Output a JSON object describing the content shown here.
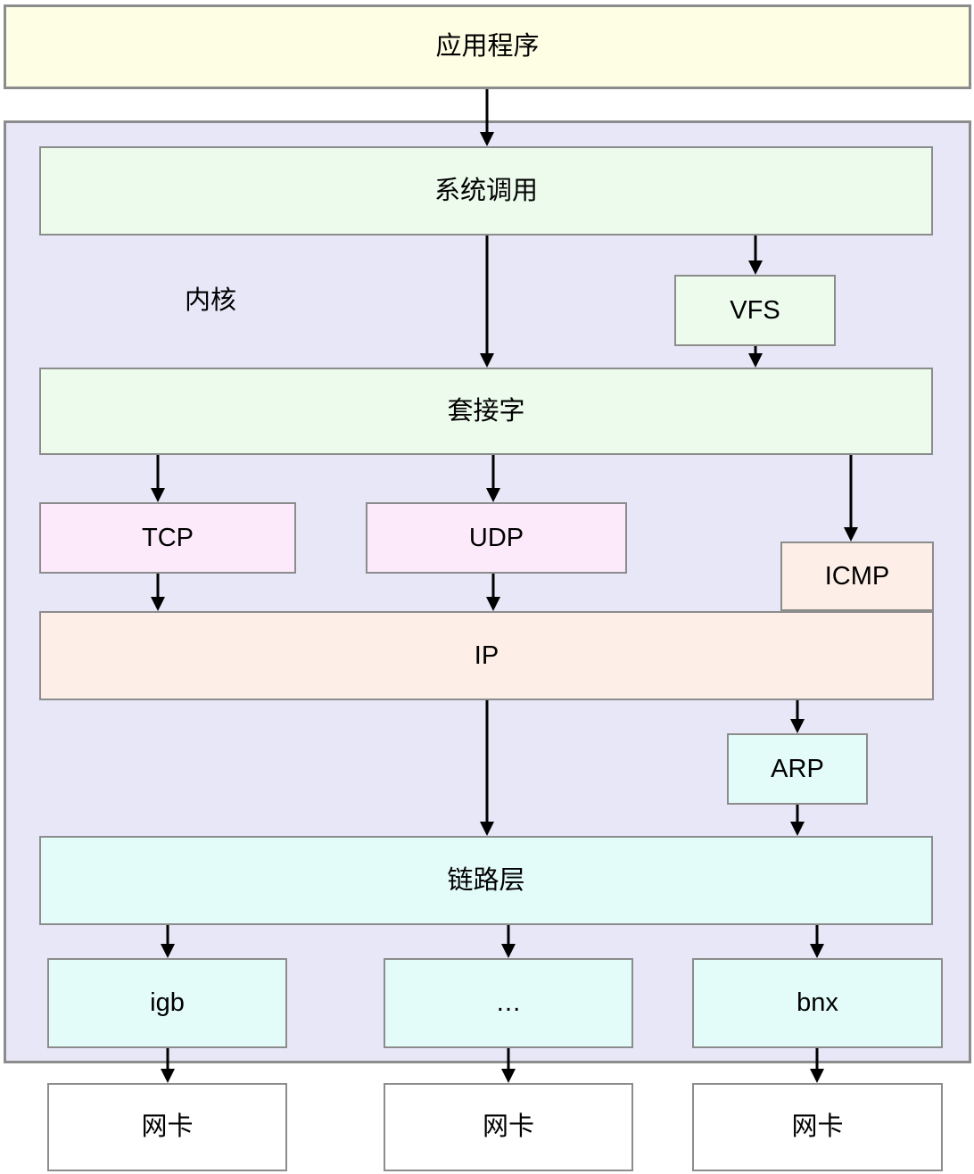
{
  "diagram": {
    "description_labels": {
      "user_space_box": "应用程序",
      "kernel_box": "内核"
    },
    "nodes": {
      "app": {
        "label": "应用程序"
      },
      "kernel": {
        "label": "内核"
      },
      "syscall": {
        "label": "系统调用"
      },
      "vfs": {
        "label": "VFS"
      },
      "socket": {
        "label": "套接字"
      },
      "tcp": {
        "label": "TCP"
      },
      "udp": {
        "label": "UDP"
      },
      "icmp": {
        "label": "ICMP"
      },
      "ip": {
        "label": "IP"
      },
      "arp": {
        "label": "ARP"
      },
      "link_layer": {
        "label": "链路层"
      },
      "driver_igb": {
        "label": "igb"
      },
      "driver_other": {
        "label": "…"
      },
      "driver_bnx": {
        "label": "bnx"
      },
      "nic_left": {
        "label": "网卡"
      },
      "nic_middle": {
        "label": "网卡"
      },
      "nic_right": {
        "label": "网卡"
      }
    },
    "edges": [
      {
        "from": "app",
        "to": "syscall"
      },
      {
        "from": "syscall",
        "to": "socket"
      },
      {
        "from": "syscall",
        "to": "vfs"
      },
      {
        "from": "vfs",
        "to": "socket"
      },
      {
        "from": "socket",
        "to": "tcp"
      },
      {
        "from": "socket",
        "to": "udp"
      },
      {
        "from": "socket",
        "to": "icmp"
      },
      {
        "from": "tcp",
        "to": "ip"
      },
      {
        "from": "udp",
        "to": "ip"
      },
      {
        "from": "ip",
        "to": "link_layer"
      },
      {
        "from": "ip",
        "to": "arp"
      },
      {
        "from": "arp",
        "to": "link_layer"
      },
      {
        "from": "link_layer",
        "to": "driver_igb"
      },
      {
        "from": "link_layer",
        "to": "driver_other"
      },
      {
        "from": "link_layer",
        "to": "driver_bnx"
      },
      {
        "from": "driver_igb",
        "to": "nic_left"
      },
      {
        "from": "driver_other",
        "to": "nic_middle"
      },
      {
        "from": "driver_bnx",
        "to": "nic_right"
      }
    ],
    "colors": {
      "app_fill": "#FEFEE4",
      "kernel_fill": "#E7E7F8",
      "syscall_socket_vfs_fill": "#EDFBED",
      "tcp_udp_fill": "#FCEAFB",
      "ip_icmp_fill": "#FDEFE7",
      "link_arp_driver_fill": "#E3FBF9",
      "nic_fill": "#FFFFFF",
      "border": "#8C8C8C",
      "arrow": "#000000"
    }
  }
}
